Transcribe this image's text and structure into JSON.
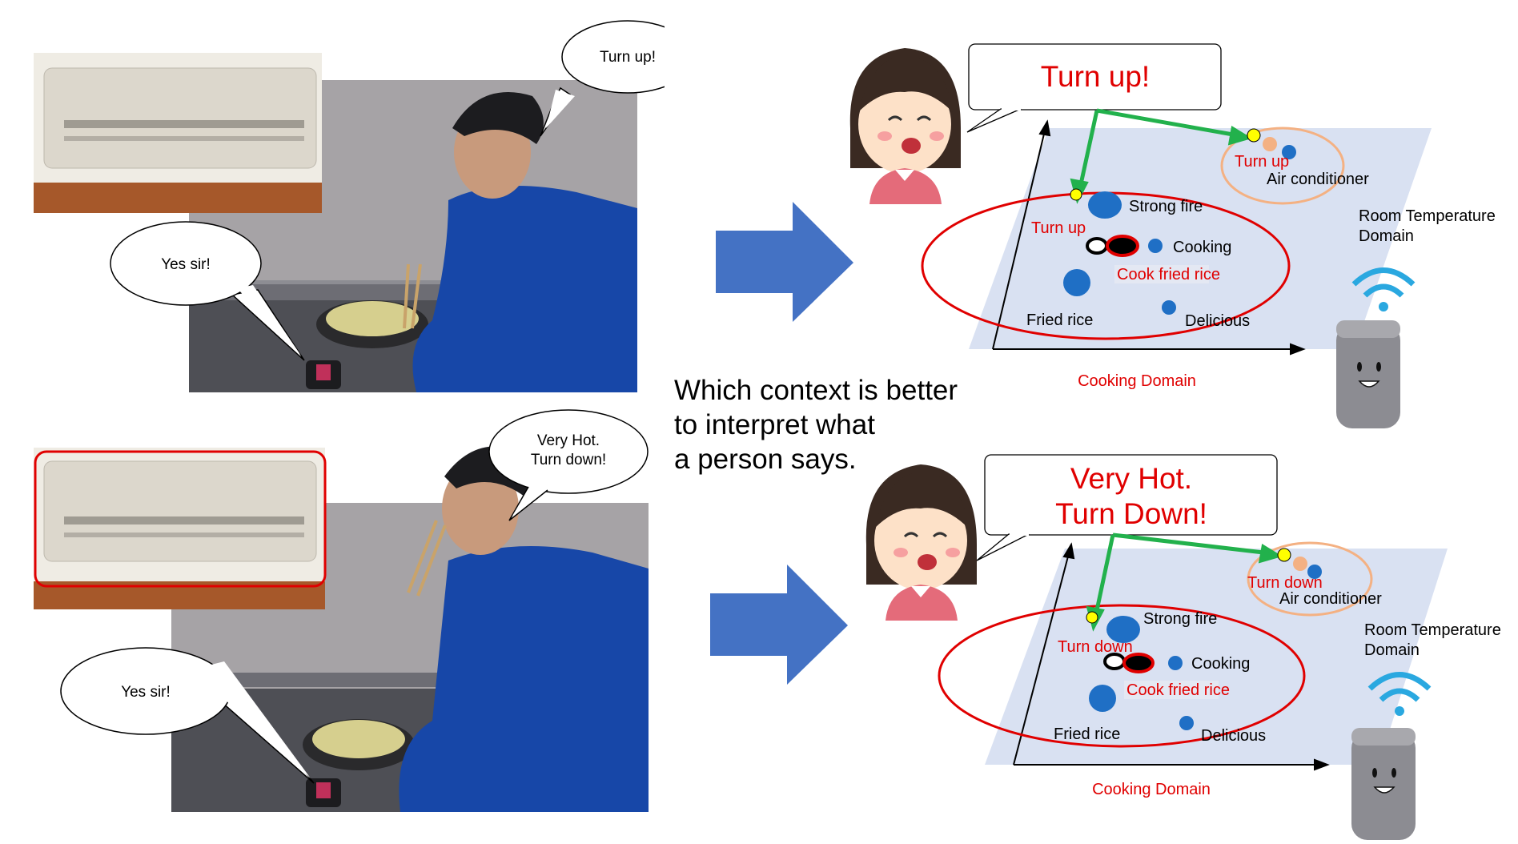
{
  "scene_top": {
    "bubble_person": "Turn up!",
    "bubble_device": "Yes sir!"
  },
  "scene_bottom": {
    "bubble_person_lines": [
      "Very Hot.",
      "Turn down!"
    ],
    "bubble_device": "Yes sir!"
  },
  "question_lines": [
    "Which context is better",
    "to interpret what",
    "a person says."
  ],
  "diagram_top": {
    "speech": [
      "Turn up!"
    ],
    "labels": {
      "strong_fire": "Strong fire",
      "cooking": "Cooking",
      "fried_rice": "Fried rice",
      "delicious": "Delicious",
      "cook_fried_rice": "Cook fried rice",
      "air_conditioner": "Air conditioner",
      "ac_command": "Turn up",
      "cook_command": "Turn up",
      "cooking_domain": "Cooking Domain",
      "room_domain_lines": [
        "Room Temperature",
        "Domain"
      ]
    }
  },
  "diagram_bottom": {
    "speech": [
      "Very Hot.",
      "Turn Down!"
    ],
    "labels": {
      "strong_fire": "Strong fire",
      "cooking": "Cooking",
      "fried_rice": "Fried rice",
      "delicious": "Delicious",
      "cook_fried_rice": "Cook fried rice",
      "air_conditioner": "Air conditioner",
      "ac_command": "Turn down",
      "cook_command": "Turn down",
      "cooking_domain": "Cooking Domain",
      "room_domain_lines": [
        "Room Temperature",
        "Domain"
      ]
    }
  },
  "colors": {
    "arrow_blue": "#4472c4",
    "domain_red": "#e00000",
    "domain_orange": "#f4b183",
    "green_pointer": "#22b14c",
    "plane_fill": "#d9e1f2",
    "word_blue": "#1f6fc5"
  }
}
